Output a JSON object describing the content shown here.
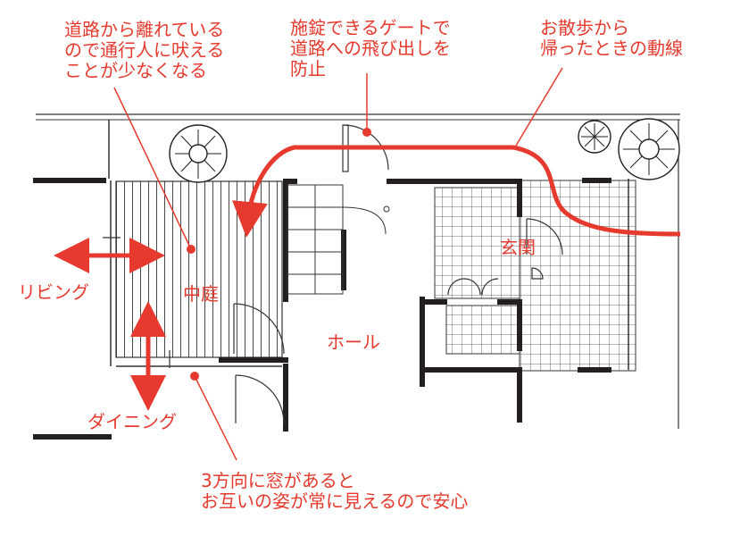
{
  "annotations": {
    "quiet_courtyard": "道路から離れている\nので通行人に吠える\nことが少なくなる",
    "locked_gate": "施錠できるゲートで\n道路への飛び出しを\n防止",
    "walk_route": "お散歩から\n帰ったときの動線",
    "windows_3way": "3方向に窓があると\nお互いの姿が常に見えるので安心"
  },
  "rooms": {
    "living": "リビング",
    "courtyard": "中庭",
    "dining": "ダイニング",
    "hall": "ホール",
    "entrance": "玄関"
  },
  "colors": {
    "accent": "#e63a2e",
    "wall": "#231f20",
    "line": "#333333"
  }
}
